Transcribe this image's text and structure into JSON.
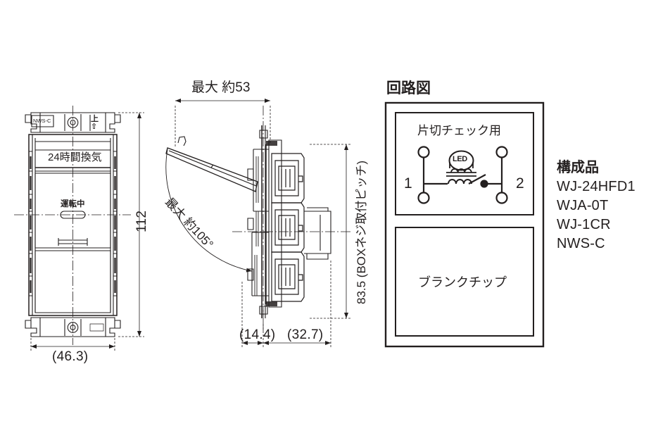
{
  "document": {
    "type": "technical-drawing",
    "language": "ja",
    "background_color": "#ffffff",
    "line_color": "#231f1f"
  },
  "front_view": {
    "plate_label": "NWS-C",
    "orientation_mark": "上",
    "rocker_label": "24時間換気",
    "indicator_label": "運転中",
    "dim_height": "112",
    "dim_width": "(46.3)"
  },
  "side_view": {
    "dim_top": "最大 約53",
    "dim_angle": "最大 約105°",
    "dim_vertical": "83.5 (BOXネジ取付ピッチ)",
    "dim_depth_front": "(14.4)",
    "dim_depth_rear": "(32.7)"
  },
  "circuit_diagram": {
    "title": "回路図",
    "upper_box": {
      "caption": "片切チェック用",
      "terminal_left": "1",
      "terminal_right": "2",
      "lamp_label": "LED"
    },
    "lower_box": {
      "caption": "ブランクチップ"
    }
  },
  "parts_list": {
    "heading": "構成品",
    "items": [
      "WJ-24HFD1",
      "WJA-0T",
      "WJ-1CR",
      "NWS-C"
    ]
  }
}
